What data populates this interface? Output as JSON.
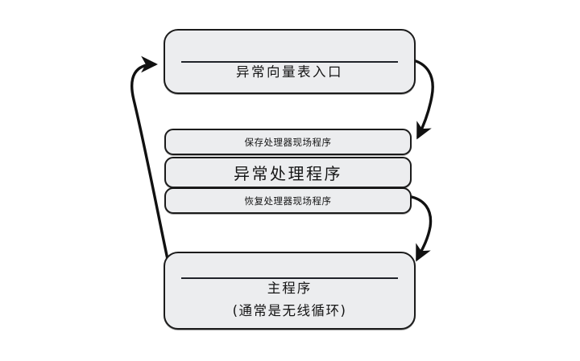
{
  "diagram": {
    "type": "flowchart",
    "background_color": "#ffffff",
    "node_fill_color": "#ecedef",
    "node_stroke_color": "#1b1b1b",
    "arrow_color": "#111111",
    "nodes": {
      "vector_table": {
        "label": "异常向量表入口",
        "has_divider_rule": true
      },
      "handler_stack": {
        "save_context": "保存处理器现场程序",
        "exception_handler": "异常处理程序",
        "restore_context": "恢复处理器现场程序"
      },
      "main_program": {
        "label": "主程序",
        "sublabel": "(通常是无线循环)",
        "has_divider_rule": true
      }
    },
    "arrows": [
      {
        "name": "vector-table-to-handler",
        "from": "vector_table",
        "to": "handler_stack",
        "side": "right",
        "direction": "down"
      },
      {
        "name": "handler-to-main-program",
        "from": "restore_context",
        "to": "main_program",
        "side": "right",
        "direction": "down"
      },
      {
        "name": "main-program-to-vector-table",
        "from": "main_program",
        "to": "vector_table",
        "side": "left",
        "direction": "up"
      }
    ]
  }
}
